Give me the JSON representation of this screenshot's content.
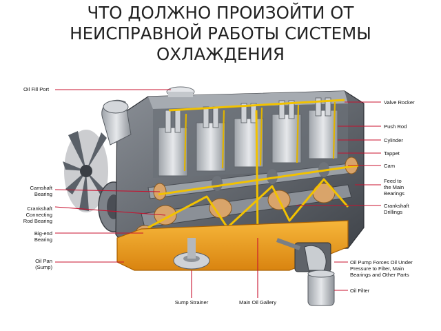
{
  "title": {
    "line1": "ЧТО ДОЛЖНО ПРОИЗОЙТИ ОТ",
    "line2": "НЕИСПРАВНОЙ РАБОТЫ СИСТЕМЫ",
    "line3": "ОХЛАЖДЕНИЯ"
  },
  "labels_left": {
    "oil_fill_port": "Oil Fill Port",
    "camshaft_bearing_1": "Camshaft",
    "camshaft_bearing_2": "Bearing",
    "crank_rod_1": "Crankshaft",
    "crank_rod_2": "Connecting",
    "crank_rod_3": "Rod Bearing",
    "big_end_1": "Big-end",
    "big_end_2": "Bearing",
    "oil_pan_1": "Oil Pan",
    "oil_pan_2": "(Sump)"
  },
  "labels_right": {
    "valve_rocker": "Valve Rocker",
    "push_rod": "Push Rod",
    "cylinder": "Cylinder",
    "tappet": "Tappet",
    "cam": "Cam",
    "feed_1": "Feed to",
    "feed_2": "the Main",
    "feed_3": "Bearings",
    "drillings_1": "Crankshaft",
    "drillings_2": "Drillings",
    "pump_1": "Oil Pump Forces Oil Under",
    "pump_2": "Pressure to Filter, Main",
    "pump_3": "Bearings and Other Parts",
    "oil_filter": "Oil Filter"
  },
  "labels_bottom": {
    "sump_strainer": "Sump Strainer",
    "main_gallery": "Main Oil Gallery"
  },
  "colors": {
    "leader": "#c8102e",
    "oil": "#f2c200",
    "sump": "#f0a020",
    "metal": "#b8bcc2",
    "dark_metal": "#4a4e55",
    "bearing": "#d9a46a"
  }
}
